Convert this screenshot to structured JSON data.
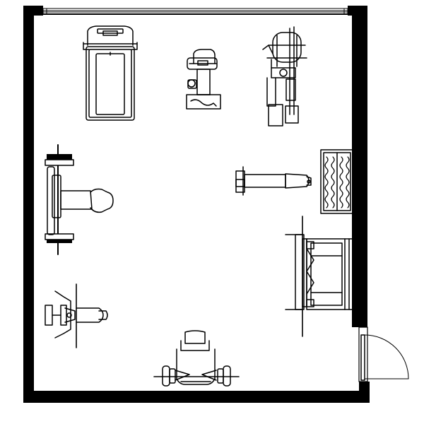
{
  "plan": {
    "wall_color": "#000000",
    "floor_color": "#ffffff",
    "line_color": "#000000",
    "equipment": [
      {
        "kind": "treadmill"
      },
      {
        "kind": "upright-bike"
      },
      {
        "kind": "elliptical"
      },
      {
        "kind": "flat-bench-press"
      },
      {
        "kind": "flat-bench"
      },
      {
        "kind": "dumbbell-rack"
      },
      {
        "kind": "power-rack"
      },
      {
        "kind": "preacher-bench"
      },
      {
        "kind": "seated-press-machine"
      }
    ],
    "openings": [
      {
        "kind": "window",
        "wall": "top"
      },
      {
        "kind": "door",
        "wall": "right"
      }
    ]
  }
}
